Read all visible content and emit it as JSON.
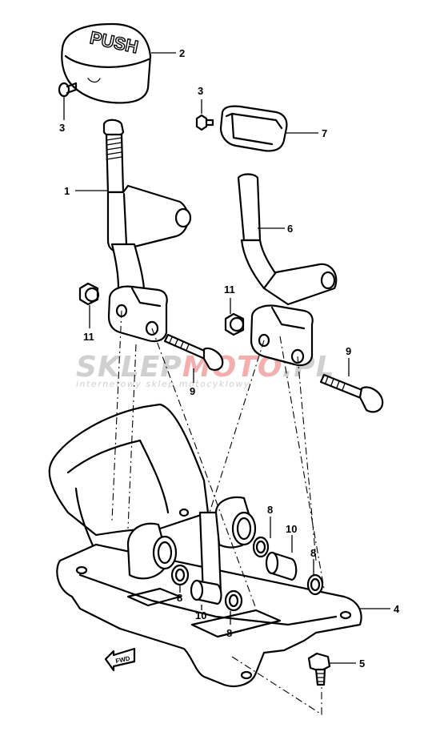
{
  "callouts": [
    {
      "id": "c2",
      "text": "2"
    },
    {
      "id": "c3a",
      "text": "3"
    },
    {
      "id": "c3b",
      "text": "3"
    },
    {
      "id": "c7",
      "text": "7"
    },
    {
      "id": "c1",
      "text": "1"
    },
    {
      "id": "c6",
      "text": "6"
    },
    {
      "id": "c11a",
      "text": "11"
    },
    {
      "id": "c11b",
      "text": "11"
    },
    {
      "id": "c9a",
      "text": "9"
    },
    {
      "id": "c9b",
      "text": "9"
    },
    {
      "id": "c8a",
      "text": "8"
    },
    {
      "id": "c10a",
      "text": "10"
    },
    {
      "id": "c8b",
      "text": "8"
    },
    {
      "id": "c8c",
      "text": "8"
    },
    {
      "id": "c10b",
      "text": "10"
    },
    {
      "id": "c8d",
      "text": "8"
    },
    {
      "id": "c4",
      "text": "4"
    },
    {
      "id": "c5",
      "text": "5"
    }
  ],
  "knob_text": "PUSH",
  "front_text": "FWD",
  "watermark": {
    "brand_a": "SKLEP",
    "brand_b": "MOTO",
    "brand_c": ".PL",
    "tagline": "internetowy sklep motocyklowy",
    "color_gray": "#c8c8c8",
    "color_red": "#f2a0a0"
  }
}
